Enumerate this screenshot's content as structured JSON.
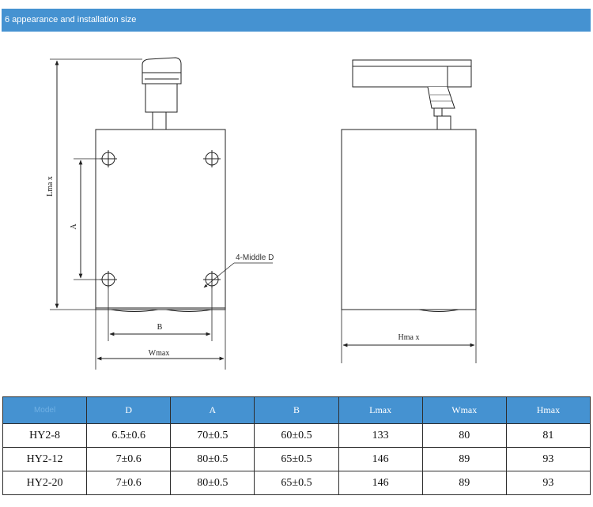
{
  "header": {
    "title": "6 appearance and installation size"
  },
  "drawing": {
    "labels": {
      "lmax": "Lma x",
      "a": "A",
      "b": "B",
      "wmax": "Wmax",
      "hmax": "Hma x",
      "hole": "4-Middle D"
    }
  },
  "table": {
    "columns": [
      "Model",
      "D",
      "A",
      "B",
      "Lmax",
      "Wmax",
      "Hmax"
    ],
    "rows": [
      [
        "HY2-8",
        "6.5±0.6",
        "70±0.5",
        "60±0.5",
        "133",
        "80",
        "81"
      ],
      [
        "HY2-12",
        "7±0.6",
        "80±0.5",
        "65±0.5",
        "146",
        "89",
        "93"
      ],
      [
        "HY2-20",
        "7±0.6",
        "80±0.5",
        "65±0.5",
        "146",
        "89",
        "93"
      ]
    ]
  }
}
